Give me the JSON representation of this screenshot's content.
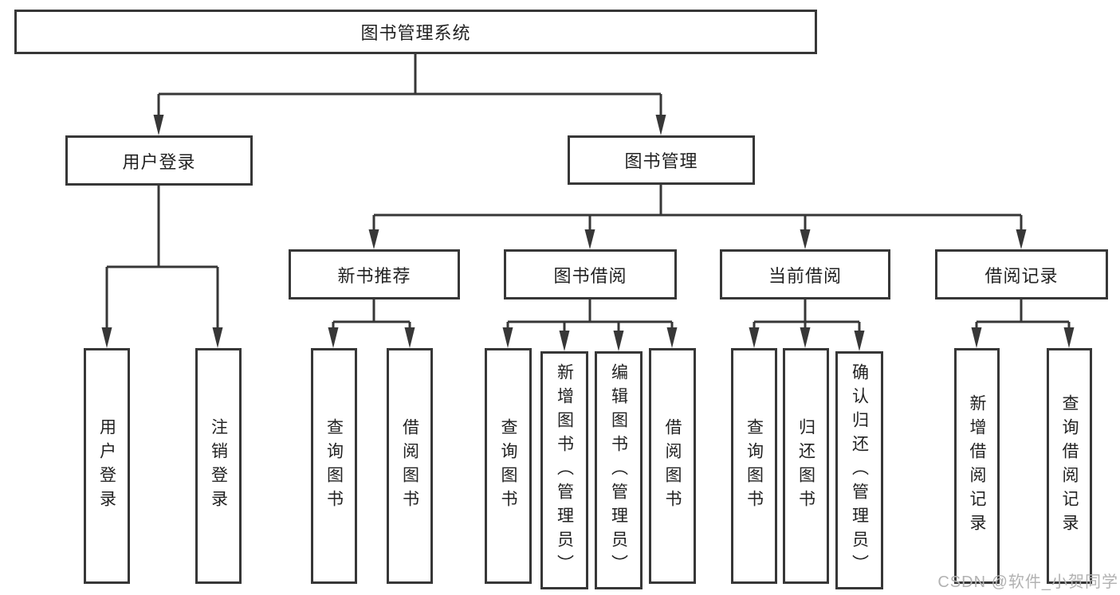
{
  "tree": {
    "root": {
      "label": "图书管理系统"
    },
    "children": [
      {
        "label": "用户登录",
        "children": [
          {
            "label": "用户登录"
          },
          {
            "label": "注销登录"
          }
        ]
      },
      {
        "label": "图书管理",
        "children": [
          {
            "label": "新书推荐",
            "children": [
              {
                "label": "查询图书"
              },
              {
                "label": "借阅图书"
              }
            ]
          },
          {
            "label": "图书借阅",
            "children": [
              {
                "label": "查询图书"
              },
              {
                "label": "新增图书（管理员）"
              },
              {
                "label": "编辑图书（管理员）"
              },
              {
                "label": "借阅图书"
              }
            ]
          },
          {
            "label": "当前借阅",
            "children": [
              {
                "label": "查询图书"
              },
              {
                "label": "归还图书"
              },
              {
                "label": "确认归还（管理员）"
              }
            ]
          },
          {
            "label": "借阅记录",
            "children": [
              {
                "label": "新增借阅记录"
              },
              {
                "label": "查询借阅记录"
              }
            ]
          }
        ]
      }
    ]
  },
  "watermark": {
    "text": "CSDN @软件_小贺同学",
    "color": "#b2b2b2"
  },
  "colors": {
    "line": "#373737",
    "text": "#222222",
    "background": "#ffffff"
  }
}
